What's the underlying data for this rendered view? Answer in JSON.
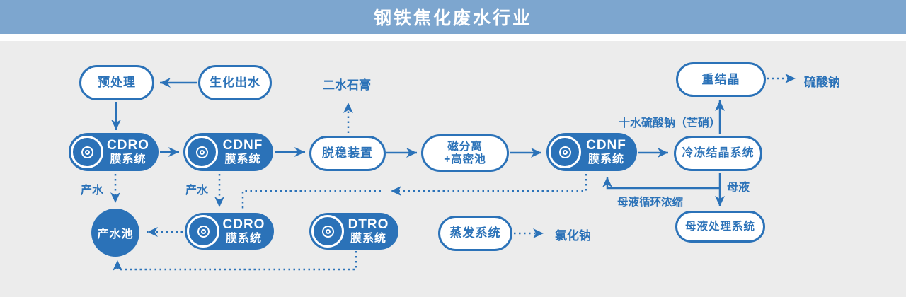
{
  "header": {
    "title": "钢铁焦化废水行业"
  },
  "colors": {
    "accent": "#2b72b8",
    "header_bg": "#7da6cf",
    "canvas_bg": "#ececec"
  },
  "nodes": {
    "pretreatment": {
      "label": "预处理"
    },
    "bio_effluent": {
      "label": "生化出水"
    },
    "recrystallization": {
      "label": "重结晶"
    },
    "cdro1": {
      "title": "CDRO",
      "subtitle": "膜系统"
    },
    "cdnf1": {
      "title": "CDNF",
      "subtitle": "膜系统"
    },
    "destabilizer": {
      "label": "脱稳装置"
    },
    "magnetic_separation": {
      "line1": "磁分离",
      "line2": "+高密池"
    },
    "cdnf2": {
      "title": "CDNF",
      "subtitle": "膜系统"
    },
    "freeze_crystallization": {
      "label": "冷冻结晶系统"
    },
    "product_water_pool": {
      "label": "产水池"
    },
    "cdro2": {
      "title": "CDRO",
      "subtitle": "膜系统"
    },
    "dtro": {
      "title": "DTRO",
      "subtitle": "膜系统"
    },
    "evaporation": {
      "label": "蒸发系统"
    },
    "mother_liquor_treatment": {
      "label": "母液处理系统"
    }
  },
  "labels": {
    "gypsum": "二水石膏",
    "sodium_sulfate": "硫酸钠",
    "glauber_salt": "十水硫酸钠（芒硝）",
    "mother_liquor": "母液",
    "mother_liquor_recycle": "母液循环浓缩",
    "product_water_left": "产水",
    "product_water_mid": "产水",
    "sodium_chloride": "氯化钠"
  }
}
